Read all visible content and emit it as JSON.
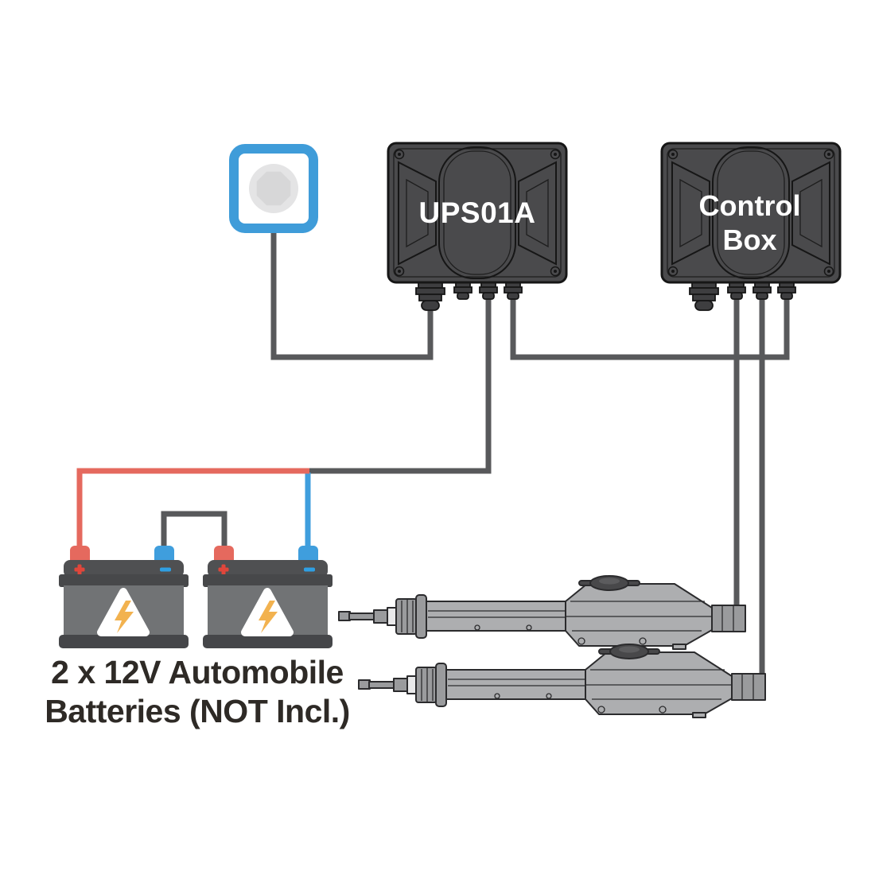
{
  "labels": {
    "ups_box": "UPS01A",
    "control_box_line1": "Control",
    "control_box_line2": "Box",
    "caption_line1": "2 x 12V Automobile",
    "caption_line2": "Batteries (NOT Incl.)"
  },
  "terminal_markers": {
    "positive": "+",
    "negative": "-"
  },
  "components": {
    "outlet": "wall-power-outlet",
    "ups_box": "ups01a-enclosure",
    "control_box": "control-box-enclosure",
    "battery_left": "12v-battery",
    "battery_right": "12v-battery",
    "actuator_top": "linear-actuator",
    "actuator_bottom": "linear-actuator"
  },
  "wires": {
    "outlet_to_ups": "dark-gray",
    "ups_to_battery": "dark-gray",
    "battery_positive": "red",
    "battery_negative": "blue",
    "battery_jumper": "dark-gray",
    "ups_to_control": "dark-gray",
    "control_to_actuator_1": "dark-gray",
    "control_to_actuator_2": "dark-gray"
  },
  "colors": {
    "wire_dark": "#58595b",
    "wire_red": "#e5695e",
    "wire_blue": "#3f9edd",
    "outlet_blue": "#3f9cd9",
    "outlet_socket": "#e4e4e5",
    "outlet_socket_inner": "#d7d7d8",
    "box_fill": "#4a4a4c",
    "box_stroke": "#161616",
    "gland_fill": "#3e3e40",
    "battery_body": "#717375",
    "battery_cap": "#4f5052",
    "battery_band": "#47484a",
    "battery_base": "#454649",
    "marker_red": "#e0463b",
    "bolt_orange": "#f2b24f",
    "triangle_white": "#ffffff",
    "actuator_fill": "#adaeb0",
    "actuator_dark": "#9a9b9d",
    "actuator_stroke": "#2b2b2d",
    "label_text": "#ffffff",
    "caption_text": "#2e2a26",
    "background": "#ffffff"
  }
}
